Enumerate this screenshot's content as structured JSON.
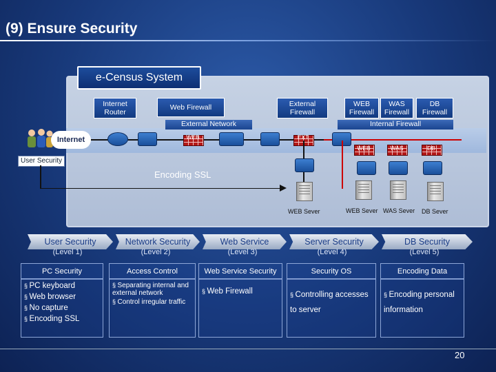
{
  "title": "(9) Ensure Security",
  "system_title": "e-Census System",
  "diagram": {
    "headers": {
      "internet_router": "Internet Router",
      "web_firewall": "Web Firewall",
      "external_firewall": "External Firewall",
      "web_fw": "WEB Firewall",
      "was_fw": "WAS Firewall",
      "db_fw": "DB Firewall"
    },
    "external_network": "External Network",
    "internal_firewall": "Internal Firewall",
    "internet": "Internet",
    "user_security": "User Security",
    "encoding_ssl": "Encoding SSL",
    "fw_labels": {
      "web1": "WEB",
      "ext": "EXT",
      "web2": "WEB",
      "was": "WAS",
      "db": "DB"
    },
    "servers": {
      "web_sever1": "WEB Sever",
      "web_sever2": "WEB Sever",
      "was_sever": "WAS Sever",
      "db_sever": "DB Sever"
    }
  },
  "levels": [
    {
      "name": "User Security",
      "level": "(Level 1)"
    },
    {
      "name": "Network Security",
      "level": "(Level 2)"
    },
    {
      "name": "Web Service",
      "level": "(Level 3)"
    },
    {
      "name": "Server Security",
      "level": "(Level 4)"
    },
    {
      "name": "DB Security",
      "level": "(Level 5)"
    }
  ],
  "categories": [
    {
      "header": "PC Security",
      "items": [
        "PC keyboard",
        "Web browser",
        "No capture",
        "Encoding SSL"
      ]
    },
    {
      "header": "Access Control",
      "items": [
        "Separating internal and external network",
        "Control irregular traffic"
      ]
    },
    {
      "header": "Web Service Security",
      "items": [
        "Web Firewall"
      ]
    },
    {
      "header": "Security OS",
      "items": [
        "Controlling accesses to server"
      ]
    },
    {
      "header": "Encoding Data",
      "items": [
        "Encoding personal information"
      ]
    }
  ],
  "page_number": "20",
  "colors": {
    "background": "#18397a",
    "panel": "#b8c6dd",
    "firewall": "#b31818",
    "header_box": "#1d4d9c"
  }
}
